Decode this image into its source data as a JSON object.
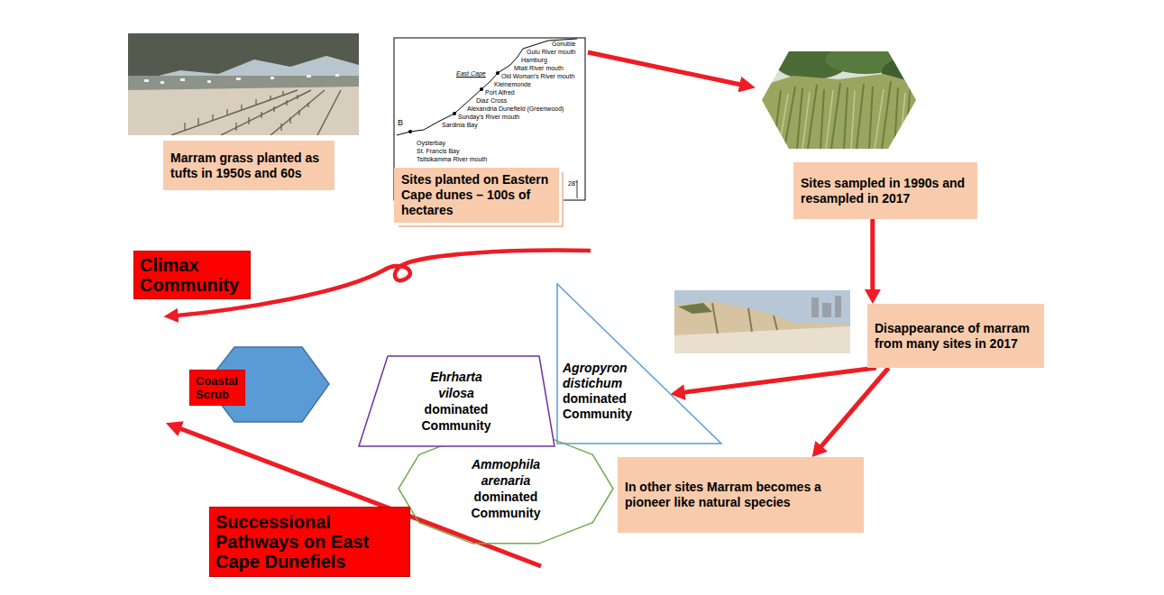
{
  "diagram": {
    "nodes": [
      {
        "text": [
          "Marram grass planted as tufts in 1950s and 60s"
        ]
      },
      {
        "text": [
          "Sites planted on Eastern Cape dunes – 100s of hectares"
        ]
      },
      {
        "text": [
          "Sites sampled in 1990s and resampled in 2017"
        ]
      },
      {
        "text": [
          "Climax Community"
        ]
      },
      {
        "text": [
          "Disappearance of marram from many sites in 2017"
        ]
      },
      {
        "text": [
          "Coastal Scrub"
        ]
      },
      {
        "text": [
          "Ehrharta vilosa",
          "dominated Community"
        ]
      },
      {
        "text": [
          "Agropyron distichum",
          "dominated Community"
        ]
      },
      {
        "text": [
          "Ammophila arenaria",
          "dominated Community"
        ]
      },
      {
        "text": [
          "In other sites Marram becomes a pioneer like natural species"
        ]
      },
      {
        "text": [
          "Successional Pathways on East Cape Dunefiels"
        ]
      }
    ],
    "edges": [
      {
        "from": 2,
        "to": 4,
        "arrow": "to"
      },
      {
        "from": 4,
        "to": 7,
        "arrow": "to"
      },
      {
        "from": 4,
        "to": 9,
        "arrow": "to"
      }
    ],
    "labels": [
      "Gonubie",
      "Gulu River mouth",
      "Hamburg",
      "Mtati River mouth",
      "Old Woman's River mouth",
      "Kleinemonde",
      "Port Alfred",
      "Diaz Cross",
      "Alexandria Dunefield (Greenwood)",
      "Sunday's River mouth",
      "Sardinia Bay",
      "East Cape",
      "B",
      "Oysterbay",
      "St. Francis Bay",
      "Tsitsikamma River mouth",
      "28°"
    ]
  }
}
